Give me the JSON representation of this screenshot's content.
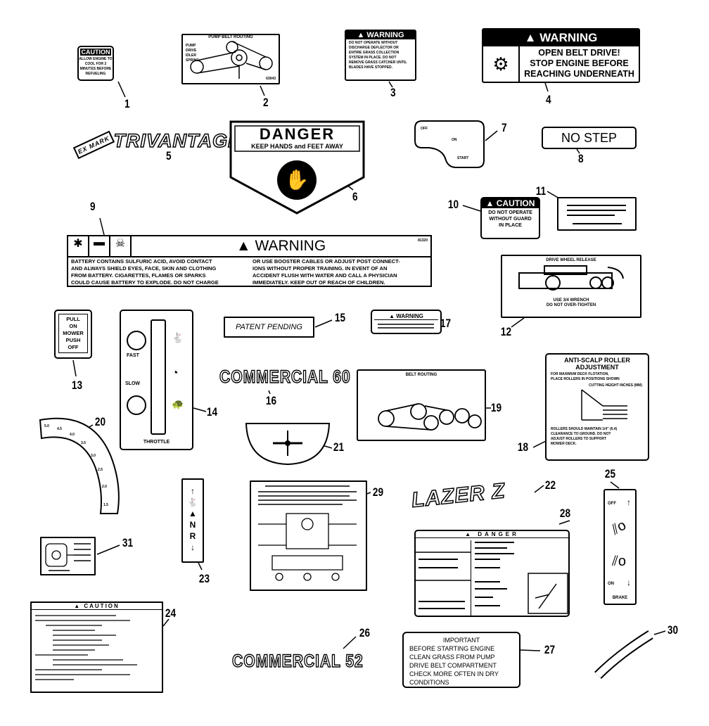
{
  "decals": {
    "d1": {
      "header": "CAUTION",
      "body": "ALLOW ENGINE TO COOL FOR 2 MINUTES BEFORE REFUELING"
    },
    "d2": {
      "title": "PUMP BELT ROUTING",
      "sub": "PUMP DRIVE IDLER SPRING",
      "code": "63043"
    },
    "d3": {
      "header": "WARNING",
      "body": "DO NOT OPERATE WITHOUT DISCHARGE DEFLECTOR OR ENTIRE GRASS COLLECTION SYSTEM IN PLACE. DO NOT REMOVE GRASS CATCHER UNTIL BLADES HAVE STOPPED."
    },
    "d4": {
      "header": "WARNING",
      "lines": [
        "OPEN BELT DRIVE!",
        "STOP ENGINE BEFORE",
        "REACHING UNDERNEATH"
      ]
    },
    "d5": {
      "logo": "TRIVANTAGE",
      "badge": "EX MARK"
    },
    "d6": {
      "header": "DANGER",
      "sub": "KEEP HANDS and FEET AWAY"
    },
    "d7": {
      "off": "OFF",
      "on": "ON",
      "start": "START"
    },
    "d8": {
      "text": "NO STEP"
    },
    "d9": {
      "header": "WARNING",
      "code": "81320",
      "col1": [
        "BATTERY CONTAINS SULFURIC ACID, AVOID CONTACT",
        "AND ALWAYS SHIELD EYES, FACE, SKIN AND CLOTHING",
        "FROM BATTERY.  CIGARETTES, FLAMES OR SPARKS",
        "COULD CAUSE BATTERY TO EXPLODE.  DO NOT CHARGE"
      ],
      "col2": [
        "OR USE BOOSTER CABLES OR ADJUST POST CONNECT-",
        "IONS WITHOUT PROPER TRAINING.  IN EVENT OF AN",
        "ACCIDENT FLUSH WITH WATER AND CALL A PHYSICIAN",
        "IMMEDIATELY. KEEP OUT OF REACH OF CHILDREN."
      ]
    },
    "d10": {
      "header": "CAUTION",
      "body": "DO NOT OPERATE WITHOUT GUARD IN PLACE"
    },
    "d12": {
      "title": "DRIVE WHEEL RELEASE",
      "lines": [
        "USE 3/4 WRENCH",
        "DO NOT OVER-TIGHTEN"
      ]
    },
    "d13": {
      "lines": [
        "PULL",
        "ON",
        "MOWER",
        "PUSH",
        "OFF"
      ]
    },
    "d14": {
      "fast": "FAST",
      "slow": "SLOW",
      "throttle": "THROTTLE"
    },
    "d15": {
      "text": "PATENT PENDING"
    },
    "d16": {
      "text": "COMMERCIAL",
      "num": "60"
    },
    "d17": {
      "header": "WARNING"
    },
    "d18": {
      "title": [
        "ANTI-SCALP ROLLER",
        "ADJUSTMENT"
      ],
      "lines": [
        "FOR MAXIMUM DECK FLOTATION,",
        "PLACE ROLLERS IN POSITIONS SHOWN"
      ],
      "cut": "CUTTING HEIGHT    INCHES (MM)",
      "foot": [
        "ROLLERS SHOULD MAINTAIN 1/4\" (6.4)",
        "CLEARANCE TO GROUND. DO NOT",
        "ADJUST ROLLERS TO SUPPORT",
        "MOWER DECK."
      ]
    },
    "d19": {
      "title": "BELT ROUTING"
    },
    "d20": {
      "ticks": [
        "1.5",
        "2.0",
        "2.5",
        "3.0",
        "3.5",
        "4.0",
        "4.5",
        "5.0"
      ]
    },
    "d22": {
      "logo": "LAZER Z"
    },
    "d23": {
      "n": "N",
      "r": "R"
    },
    "d24": {
      "header": "CAUTION"
    },
    "d25": {
      "off": "OFF",
      "on": "ON",
      "brake": "BRAKE"
    },
    "d26": {
      "text": "COMMERCIAL",
      "num": "52"
    },
    "d27": {
      "lines": [
        "IMPORTANT",
        "BEFORE STARTING ENGINE",
        "CLEAN GRASS FROM PUMP",
        "DRIVE BELT COMPARTMENT",
        "CHECK MORE OFTEN IN DRY",
        "CONDITIONS"
      ]
    },
    "d28": {
      "header": "DANGER"
    }
  },
  "callouts": [
    "1",
    "2",
    "3",
    "4",
    "5",
    "6",
    "7",
    "8",
    "9",
    "10",
    "11",
    "12",
    "13",
    "14",
    "15",
    "16",
    "17",
    "18",
    "19",
    "20",
    "21",
    "22",
    "23",
    "24",
    "25",
    "26",
    "27",
    "28",
    "29",
    "30",
    "31"
  ]
}
